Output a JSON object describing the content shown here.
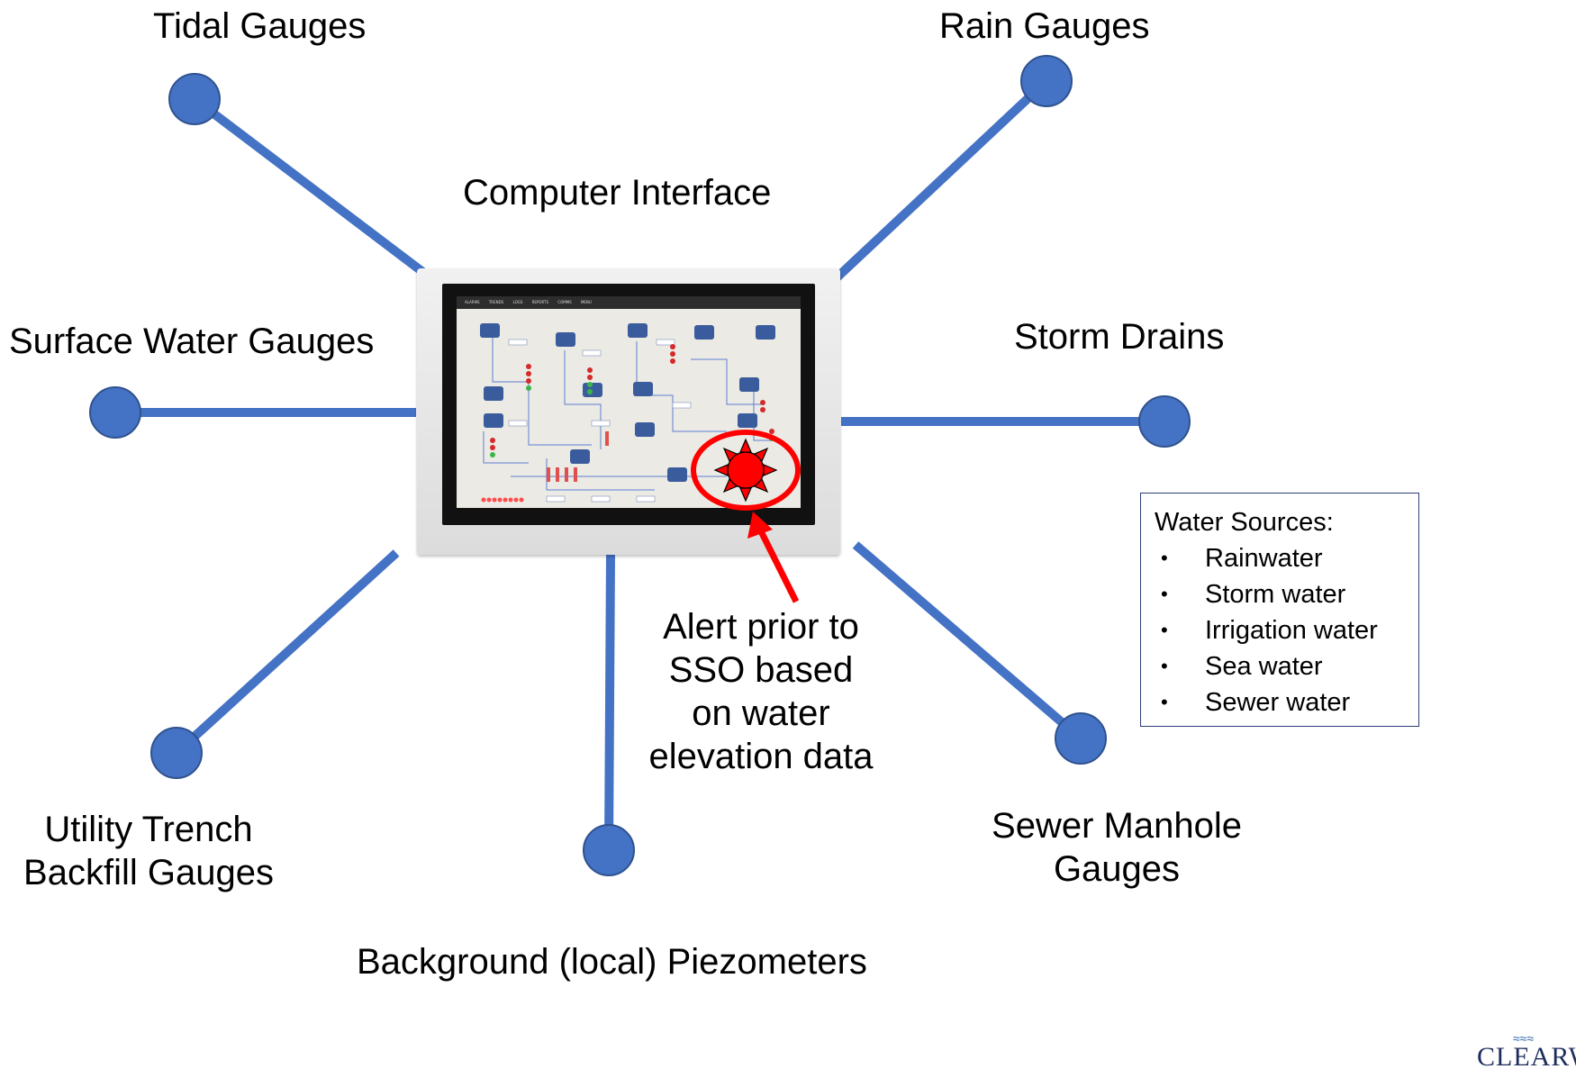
{
  "labels": {
    "tidal": "Tidal Gauges",
    "rain": "Rain Gauges",
    "computer": "Computer Interface",
    "surface": "Surface Water Gauges",
    "storm": "Storm Drains",
    "utility_line1": "Utility Trench",
    "utility_line2": "Backfill Gauges",
    "sewer_line1": "Sewer Manhole",
    "sewer_line2": "Gauges",
    "piezometers": "Background (local) Piezometers"
  },
  "alert": {
    "line1": "Alert prior to",
    "line2": "SSO based",
    "line3": "on water",
    "line4": "elevation data"
  },
  "legend": {
    "title": "Water Sources:",
    "items": [
      "Rainwater",
      "Storm water",
      "Irrigation water",
      "Sea water",
      "Sewer water"
    ]
  },
  "screen_toolbar": [
    "ALARMS",
    "TRENDS",
    "LOGS",
    "REPORTS",
    "COMMS",
    "MENU"
  ],
  "logo_text": "CLEARWATER",
  "colors": {
    "connector": "#4472c4",
    "node": "#4472c4",
    "alert": "#ff0000",
    "hmi_background": "#eceae4"
  }
}
